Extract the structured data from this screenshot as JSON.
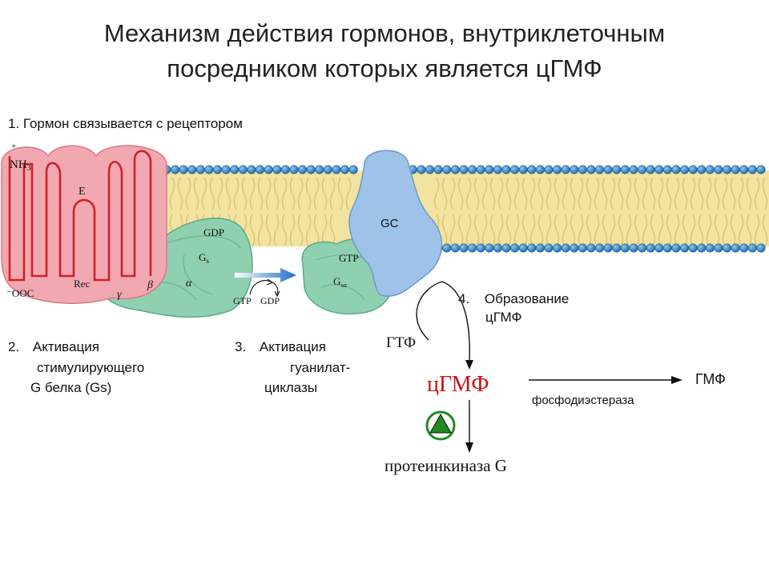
{
  "title": {
    "line1": "Механизм действия гормонов, внутриклеточным",
    "line2": "посредником которых является цГМФ"
  },
  "steps": {
    "step1": "1. Гормон связывается с рецептором",
    "step2": {
      "num": "2.",
      "l1": "Активация",
      "l2": "стимулирующего",
      "l3": "G белка (Gs)"
    },
    "step3": {
      "num": "3.",
      "l1": "Активация",
      "l2": "гуанилат-",
      "l3": "циклазы"
    },
    "step4": {
      "num": "4.",
      "l1": "Образование",
      "l2": "цГМФ"
    }
  },
  "receptor": {
    "nh3": "NH",
    "nh3_sub": "3",
    "plus": "+",
    "e": "E",
    "rec": "Rec",
    "cooh": "⁻OOC"
  },
  "gprotein": {
    "gdp": "GDP",
    "gs": "G",
    "gs_sub": "s",
    "alpha": "α",
    "beta": "β",
    "gamma": "γ"
  },
  "exchange": {
    "gtp": "GTP",
    "gdp": "GDP"
  },
  "galpha": {
    "gtp": "GTP",
    "label": "G",
    "label_sub": "sα"
  },
  "gc": {
    "label": "GC"
  },
  "pathway": {
    "gtf": "ГТФ",
    "cgmf": "цГМФ",
    "gmf": "ГМФ",
    "enzyme": "фосфодиэстераза",
    "kinase": "протеинкиназа G"
  },
  "colors": {
    "membrane_fill": "#f3e3a0",
    "head": "#2f86c0",
    "receptor": "#f2a8b0",
    "gprotein": "#8fd0b0",
    "gc": "#9fc3e8",
    "cgmf": "#cc1010",
    "activator": "#1f8a1f"
  }
}
